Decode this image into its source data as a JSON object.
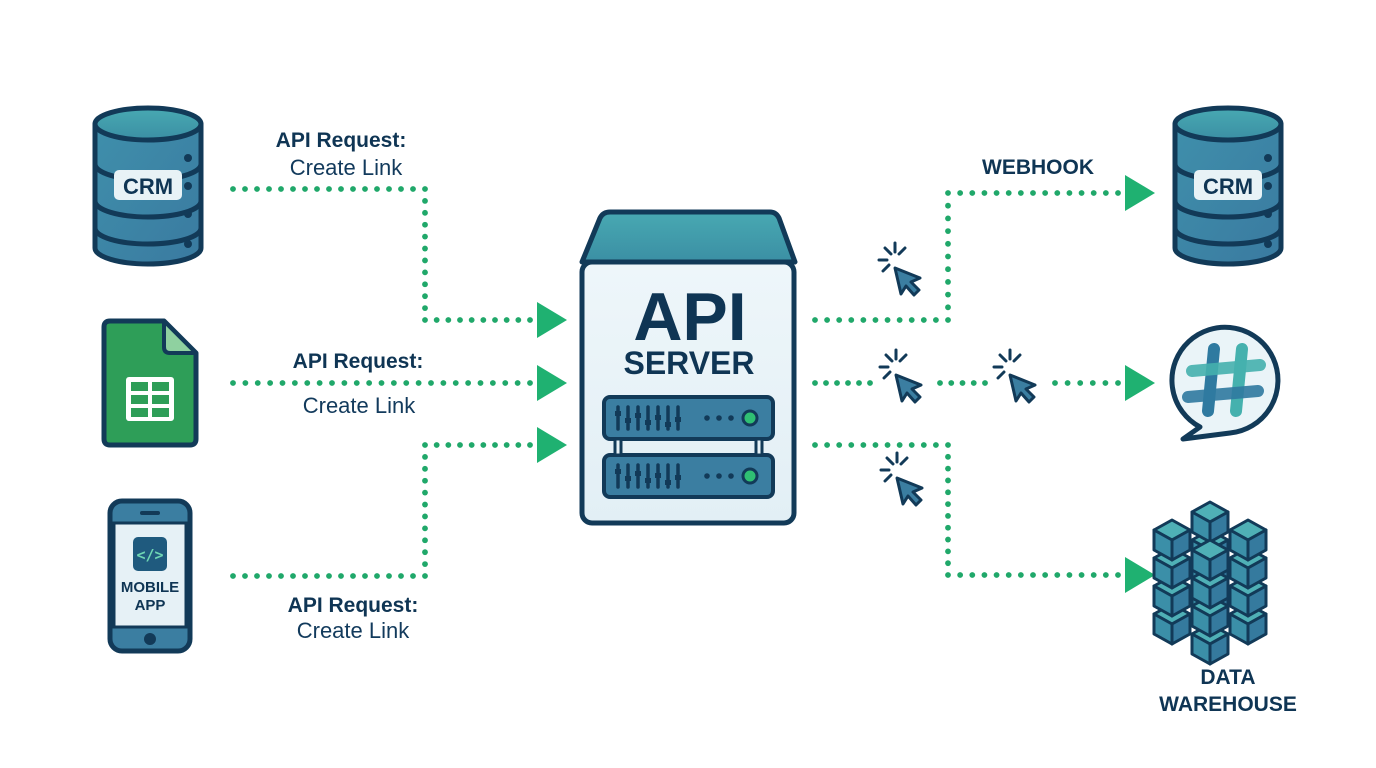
{
  "diagram": {
    "title": "API Server integration flow",
    "colors": {
      "navy": "#123a58",
      "teal": "#3f9fab",
      "blue": "#3b7ea1",
      "green_path": "#20a86a",
      "sheet_green": "#2e9e58"
    },
    "sources": [
      {
        "id": "crm-source",
        "label": "CRM",
        "icon": "database-icon"
      },
      {
        "id": "spreadsheet-source",
        "label": "",
        "icon": "spreadsheet-icon"
      },
      {
        "id": "mobile-app-source",
        "label_line1": "MOBILE",
        "label_line2": "APP",
        "icon": "mobile-phone-icon",
        "badge_icon": "code-icon",
        "badge_text": "</>"
      }
    ],
    "requests": [
      {
        "title": "API Request:",
        "subtitle": "Create Link"
      },
      {
        "title": "API Request:",
        "subtitle": "Create Link"
      },
      {
        "title": "API Request:",
        "subtitle": "Create Link"
      }
    ],
    "server": {
      "title": "API",
      "subtitle": "SERVER",
      "icon": "server-rack-icon"
    },
    "outputs": [
      {
        "id": "crm-destination",
        "label": "CRM",
        "edge_label": "WEBHOOK",
        "icon": "database-icon"
      },
      {
        "id": "chat-destination",
        "label": "",
        "icon": "chat-hashtag-icon"
      },
      {
        "id": "warehouse-destination",
        "label_line1": "DATA",
        "label_line2": "WAREHOUSE",
        "icon": "cubes-stack-icon"
      }
    ],
    "click_markers": 4
  }
}
